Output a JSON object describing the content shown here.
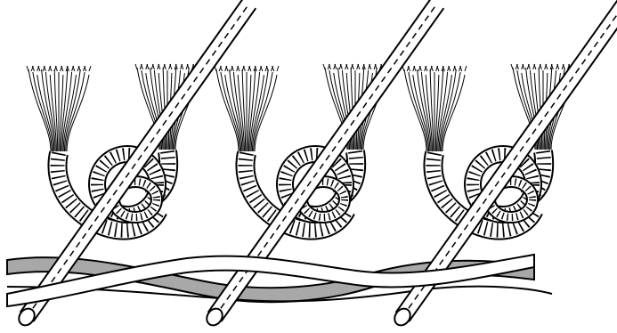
{
  "diagram": {
    "knot_count": 3,
    "colors": {
      "ink": "#000000",
      "fill": "#ffffff",
      "foundation_shade": "#a8a8a8"
    },
    "parts": {
      "tuft": "pile-yarn-tuft",
      "knot": "pile-knot",
      "warp": "warp-thread",
      "weft": "weft-threads"
    }
  }
}
